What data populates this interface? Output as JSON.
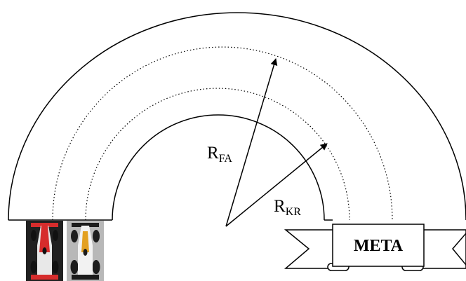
{
  "diagram": {
    "radius_fa": {
      "main": "R",
      "sub": "FA"
    },
    "radius_kr": {
      "main": "R",
      "sub": "KR"
    },
    "finish_banner": "META",
    "colors": {
      "track_line": "#000000",
      "car_red": "#d62c2c",
      "car_silver": "#c9c9c9",
      "car_dark": "#1c1c1c"
    }
  }
}
